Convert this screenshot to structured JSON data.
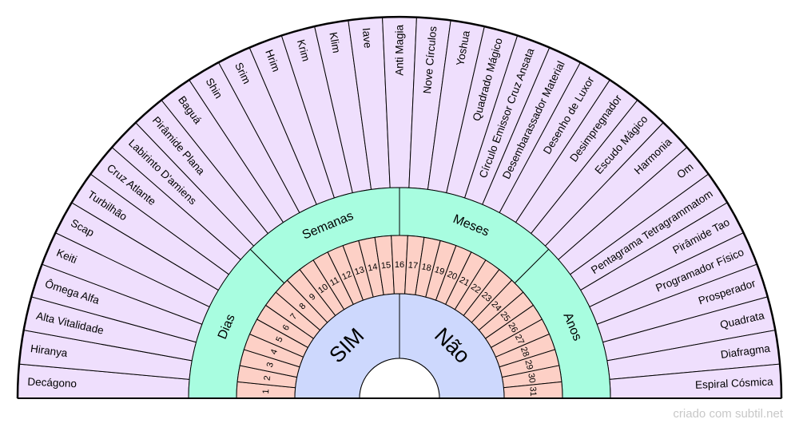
{
  "outer_items": [
    "Decágono",
    "Hiranya",
    "Alta Vitalidade",
    "Ômega Alfa",
    "Keiti",
    "Scap",
    "Turbilhão",
    "Cruz Atlante",
    "Labirinto D'amiens",
    "Pirâmide Plana",
    "Baguá",
    "Shin",
    "Srim",
    "Hrim",
    "Krim",
    "Klim",
    "Iave",
    "Anti Magia",
    "Nove Círculos",
    "Yoshua",
    "Quadrado Mágico",
    "Círculo Emissor Cruz Ansata",
    "Desembarassador Material",
    "Desenho de Luxor",
    "Desimpregnador",
    "Escudo Mágico",
    "Harmonia",
    "Om",
    "Pentagrama Tetragrammatom",
    "Pirâmide Tao",
    "Programador Físico",
    "Prosperador",
    "Quadrata",
    "Diafragma",
    "Espiral Cósmica"
  ],
  "time_units": [
    "Dias",
    "Semanas",
    "Meses",
    "Anos"
  ],
  "numbers": [
    "1",
    "2",
    "3",
    "4",
    "5",
    "6",
    "7",
    "8",
    "9",
    "10",
    "11",
    "12",
    "13",
    "14",
    "15",
    "16",
    "17",
    "18",
    "19",
    "20",
    "21",
    "22",
    "23",
    "24",
    "25",
    "26",
    "27",
    "28",
    "29",
    "30",
    "31"
  ],
  "answers": [
    "SIM",
    "Não"
  ],
  "colors": {
    "outer": "#efdffd",
    "time": "#a8fde0",
    "numbers": "#fdd0c6",
    "answers": "#cdd8fd",
    "line": "#000000"
  },
  "credit": "criado com subtil.net"
}
